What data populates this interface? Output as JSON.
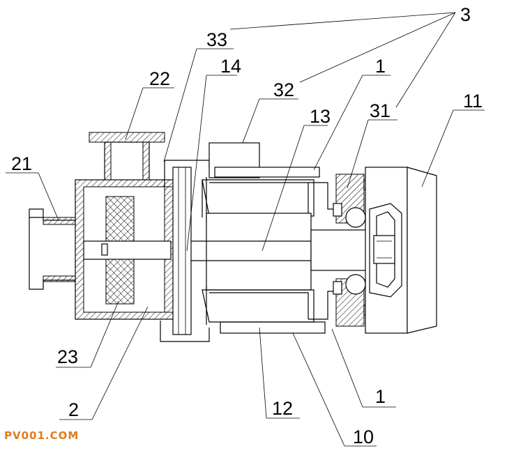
{
  "diagram": {
    "labels": {
      "l3": "3",
      "l33": "33",
      "l22": "22",
      "l14": "14",
      "l32": "32",
      "l1_top": "1",
      "l13": "13",
      "l31": "31",
      "l11": "11",
      "l21": "21",
      "l23": "23",
      "l2": "2",
      "l12": "12",
      "l1_bottom": "1",
      "l10": "10"
    },
    "watermark": "PV001.COM"
  }
}
